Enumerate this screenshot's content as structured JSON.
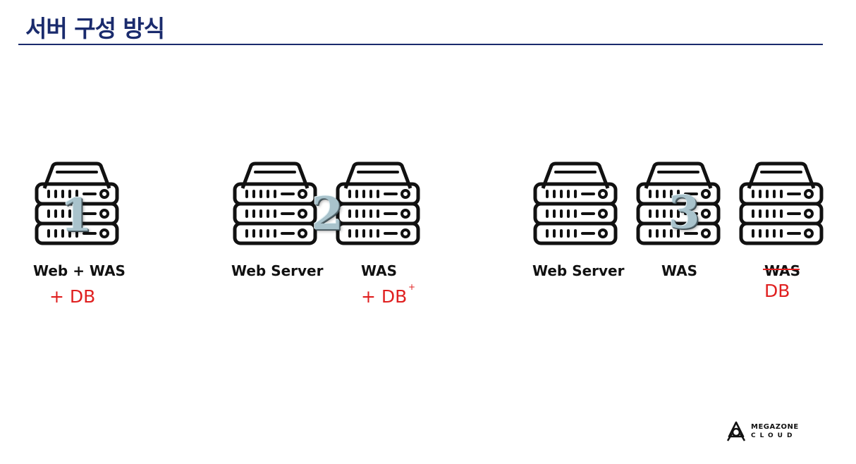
{
  "title": "서버 구성 방식",
  "configs": [
    {
      "number": "1",
      "labels": [
        "Web + WAS"
      ],
      "note": "+ DB"
    },
    {
      "number": "2",
      "labels": [
        "Web Server",
        "WAS"
      ],
      "note": "+ DB",
      "note_sup": "+"
    },
    {
      "number": "3",
      "labels": [
        "Web Server",
        "WAS",
        "WAS"
      ],
      "note": "DB",
      "struck_label": "WAS"
    }
  ],
  "icons": {
    "server": "server-rack-icon",
    "logo": "megazone-logo-icon"
  },
  "logo": {
    "line1": "MEGAZONE",
    "line2": "CLOUD"
  },
  "colors": {
    "title": "#1a2b6d",
    "note": "#e02020",
    "icon": "#111111"
  }
}
